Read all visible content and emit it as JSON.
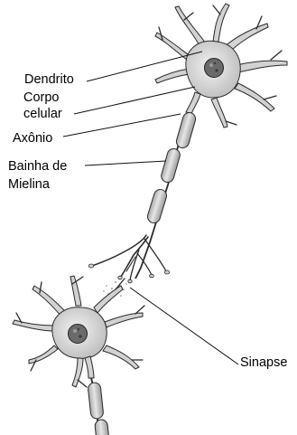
{
  "labels": {
    "dendrito": "Dendrito",
    "corpo_line1": "Corpo",
    "corpo_line2": "celular",
    "axonio": "Axônio",
    "bainha_line1": "Bainha de",
    "bainha_line2": "Mielina",
    "sinapse": "Sinapse"
  },
  "colors": {
    "stroke": "#2a2a2a",
    "cell_fill": "#d6d6d6",
    "soma_light": "#eeeeee",
    "nucleus": "#6d6d6d",
    "myelin": "#c4c4c4",
    "leader": "#111111"
  }
}
